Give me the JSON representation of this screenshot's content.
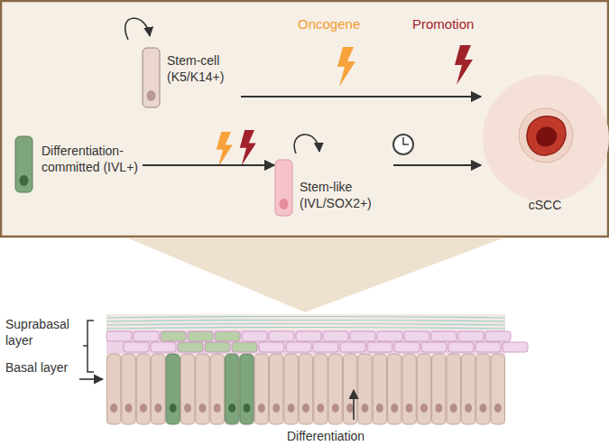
{
  "diagram": {
    "nodes": [
      {
        "text": [
          "Stem-cell (K5/K14+)"
        ]
      },
      {
        "text": [
          "Differentiation-committed (IVL+)"
        ]
      },
      {
        "text": [
          "Stem-like (IVL/SOX2+)"
        ]
      },
      {
        "text": [
          "cSCC"
        ]
      }
    ],
    "edges": [
      {
        "from": 0,
        "to": 3,
        "arrow": "to"
      },
      {
        "from": 1,
        "to": 2,
        "arrow": "to"
      },
      {
        "from": 2,
        "to": 3,
        "arrow": "to"
      }
    ],
    "labels": [
      "Oncogene",
      "Promotion",
      "Suprabasal layer",
      "Basal layer",
      "Differentiation"
    ]
  }
}
